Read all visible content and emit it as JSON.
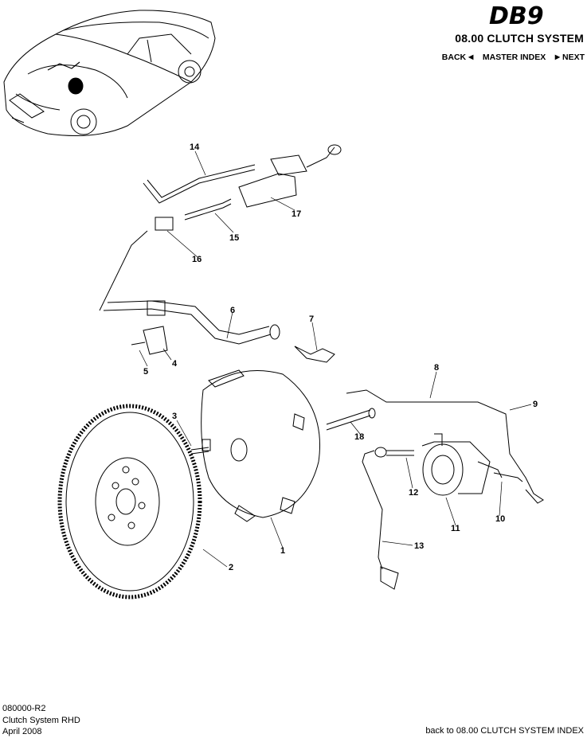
{
  "header": {
    "logo_text": "DB9",
    "section_title": "08.00 CLUTCH SYSTEM",
    "nav": {
      "back": "BACK",
      "master_index": "MASTER INDEX",
      "next": "NEXT"
    }
  },
  "callouts": [
    "1",
    "2",
    "3",
    "4",
    "5",
    "6",
    "7",
    "8",
    "9",
    "10",
    "11",
    "12",
    "13",
    "14",
    "15",
    "16",
    "17",
    "18"
  ],
  "footer": {
    "doc_code": "080000-R2",
    "doc_title": "Clutch System RHD",
    "doc_date": "April 2008",
    "back_link": "back to 08.00 CLUTCH SYSTEM INDEX"
  },
  "icons": {
    "back": "triangle-left-icon",
    "next": "triangle-right-icon"
  }
}
